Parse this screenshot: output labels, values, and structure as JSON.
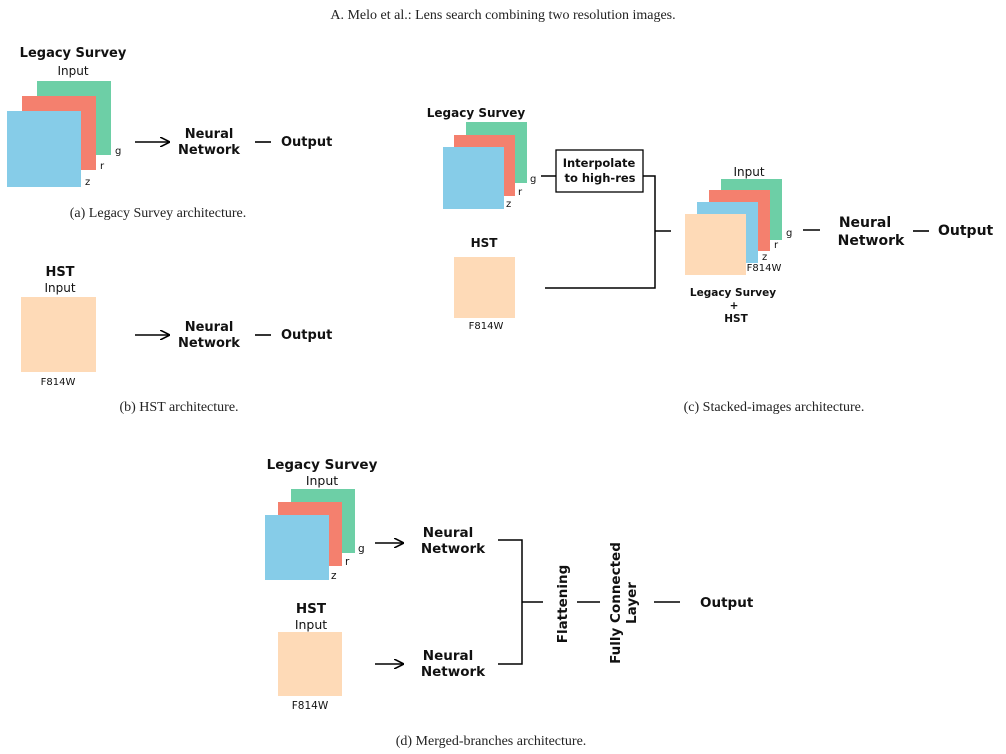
{
  "header": "A. Melo  et al.: Lens search combining two resolution images.",
  "colors": {
    "g_band": "#6dcfa6",
    "r_band": "#f4806e",
    "z_band": "#86cce8",
    "hst": "#fedab7",
    "line": "#000000"
  },
  "panel_a": {
    "title": "Legacy Survey",
    "input_label": "Input",
    "bands": [
      "g",
      "r",
      "z"
    ],
    "network": [
      "Neural",
      "Network"
    ],
    "output": "Output",
    "caption": "(a) Legacy Survey architecture."
  },
  "panel_b": {
    "title": "HST",
    "input_label": "Input",
    "filter": "F814W",
    "network": [
      "Neural",
      "Network"
    ],
    "output": "Output",
    "caption": "(b) HST architecture."
  },
  "panel_c": {
    "ls_title": "Legacy Survey",
    "bands": [
      "g",
      "r",
      "z"
    ],
    "interp": [
      "Interpolate",
      "to high-res"
    ],
    "hst_title": "HST",
    "hst_filter": "F814W",
    "input_label": "Input",
    "stack_bands": [
      "g",
      "r",
      "z"
    ],
    "stack_filter": "F814W",
    "stack_label": [
      "Legacy Survey",
      "+",
      "HST"
    ],
    "network": [
      "Neural",
      "Network"
    ],
    "output": "Output",
    "caption": "(c) Stacked-images architecture."
  },
  "panel_d": {
    "ls_title": "Legacy Survey",
    "ls_input": "Input",
    "bands": [
      "g",
      "r",
      "z"
    ],
    "hst_title": "HST",
    "hst_input": "Input",
    "hst_filter": "F814W",
    "network": [
      "Neural",
      "Network"
    ],
    "flattening": "Flattening",
    "fc": [
      "Fully Connected",
      "Layer"
    ],
    "output": "Output",
    "caption": "(d) Merged-branches architecture."
  }
}
